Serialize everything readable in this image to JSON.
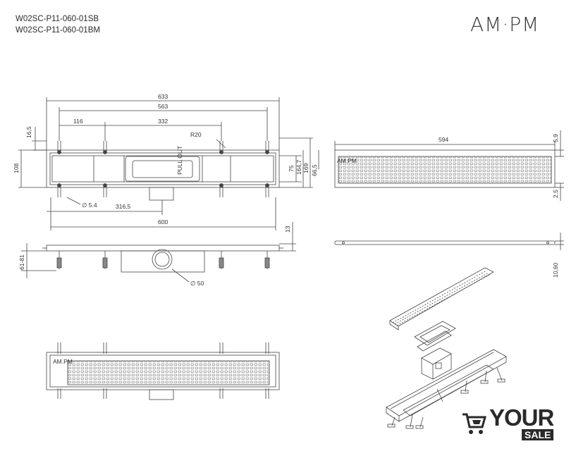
{
  "header": {
    "codes": [
      "W02SC-P11-060-01SB",
      "W02SC-P11-060-01BM"
    ],
    "brand": "AM·PM"
  },
  "plan_dims": {
    "overall": "633",
    "inner": "563",
    "offset": "116",
    "span": "332",
    "radius": "R20",
    "edge": "16,5",
    "width": "108",
    "hole": "∅ 5.4",
    "half": "316,5",
    "total": "600",
    "h75": "75",
    "h1647": "164,7",
    "h169": "169",
    "h665": "66,5"
  },
  "grate_dims": {
    "length": "594",
    "top": "5,9",
    "bottom": "2,5",
    "thick": "13",
    "depth": "10,60"
  },
  "side_dims": {
    "legs": "61-81",
    "outlet": "∅ 50"
  },
  "label": {
    "logo_mark": "AM.PM",
    "pull_out": "PULL OUT"
  },
  "watermark": {
    "main": "YOUR",
    "sub": "SALE",
    "icon": "cart-hand-icon"
  }
}
